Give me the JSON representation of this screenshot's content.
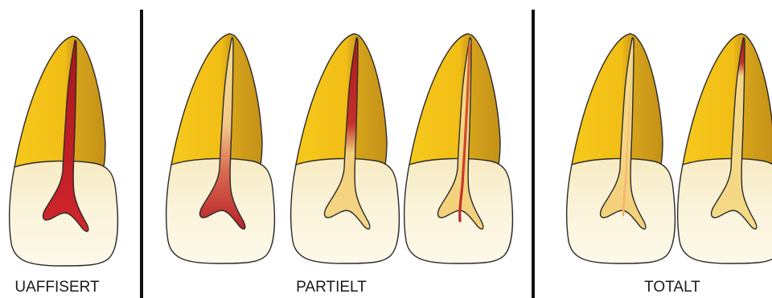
{
  "groups": [
    {
      "label": "UAFFISERT"
    },
    {
      "label": "PARTIELT"
    },
    {
      "label": "TOTALT"
    }
  ],
  "teeth": [
    {
      "group": 0,
      "pulp_state": "affected-full"
    },
    {
      "group": 1,
      "pulp_state": "affected-apical-fading"
    },
    {
      "group": 1,
      "pulp_state": "affected-coronal-canal"
    },
    {
      "group": 1,
      "pulp_state": "affected-thin-streak"
    },
    {
      "group": 2,
      "pulp_state": "thin-streak-faint"
    },
    {
      "group": 2,
      "pulp_state": "apex-only"
    }
  ],
  "colors": {
    "enamel_yellow": "#F5C518",
    "enamel_shadow": "#C9961A",
    "crown_cream": "#FBF3D6",
    "pulp_red": "#C8262B",
    "pulp_light": "#F4D27A",
    "divider": "#111111"
  }
}
